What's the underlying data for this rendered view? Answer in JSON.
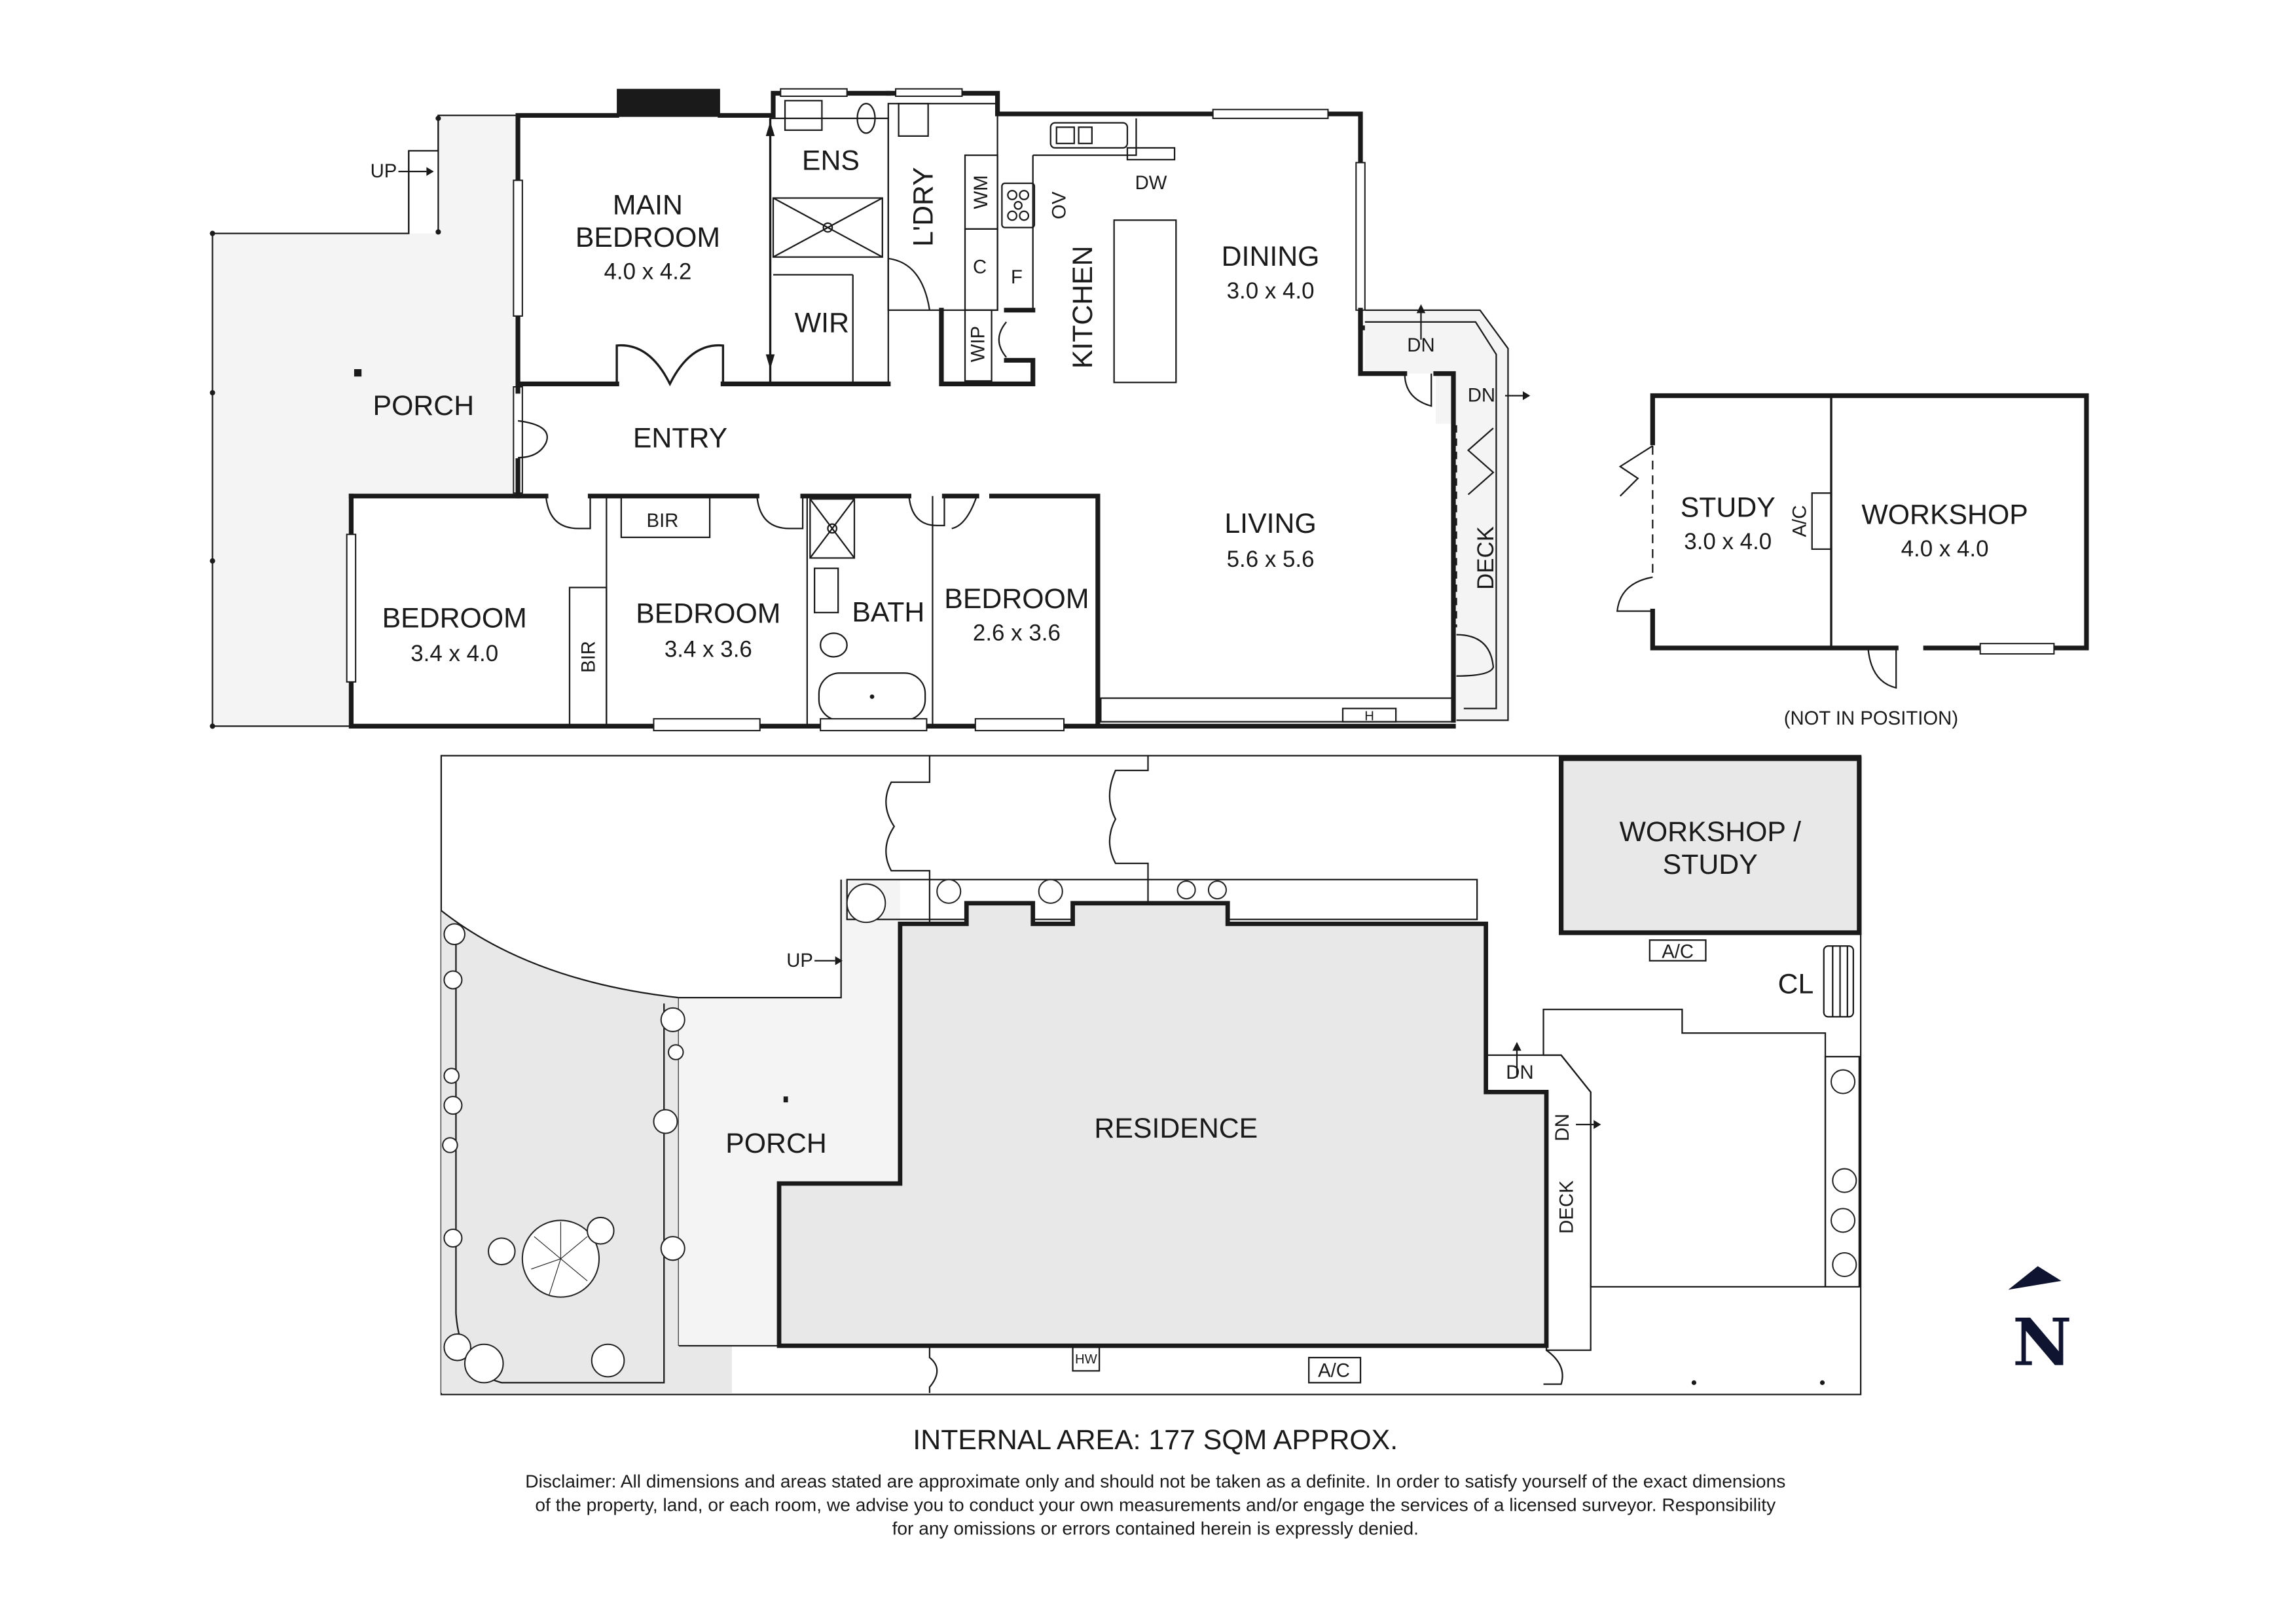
{
  "upper_plan": {
    "rooms": {
      "main_bedroom": {
        "name_line1": "MAIN",
        "name_line2": "BEDROOM",
        "size": "4.0 x 4.2"
      },
      "ensuite": {
        "name": "ENS"
      },
      "laundry": {
        "name": "L'DRY"
      },
      "wir": {
        "name": "WIR"
      },
      "wip": {
        "name": "WIP"
      },
      "wm": {
        "name": "WM"
      },
      "cupboard_c": {
        "name": "C"
      },
      "fridge_f": {
        "name": "F"
      },
      "oven_ov": {
        "name": "OV"
      },
      "dishwasher_dw": {
        "name": "DW"
      },
      "kitchen": {
        "name": "KITCHEN"
      },
      "dining": {
        "name": "DINING",
        "size": "3.0 x 4.0"
      },
      "living": {
        "name": "LIVING",
        "size": "5.6 x 5.6"
      },
      "entry": {
        "name": "ENTRY"
      },
      "porch": {
        "name": "PORCH"
      },
      "bedroom_1": {
        "name": "BEDROOM",
        "size": "3.4 x 4.0"
      },
      "bir_1": {
        "name": "BIR"
      },
      "bedroom_2": {
        "name": "BEDROOM",
        "size": "3.4 x 3.6"
      },
      "bir_2": {
        "name": "BIR"
      },
      "bath": {
        "name": "BATH"
      },
      "bedroom_3": {
        "name": "BEDROOM",
        "size": "2.6 x 3.6"
      },
      "deck": {
        "name": "DECK"
      },
      "heater": {
        "name": "H"
      }
    },
    "annotations": {
      "up": "UP",
      "dn_1": "DN",
      "dn_2": "DN"
    }
  },
  "outbuilding": {
    "study": {
      "name": "STUDY",
      "size": "3.0 x 4.0"
    },
    "ac": "A/C",
    "workshop": {
      "name": "WORKSHOP",
      "size": "4.0 x 4.0"
    },
    "note": "(NOT IN POSITION)"
  },
  "site_plan": {
    "residence": "RESIDENCE",
    "porch": "PORCH",
    "up": "UP",
    "workshop_study_line1": "WORKSHOP /",
    "workshop_study_line2": "STUDY",
    "ac_top": "A/C",
    "ac_bottom": "A/C",
    "cl": "CL",
    "hw": "HW",
    "dn_1": "DN",
    "dn_2": "DN",
    "deck": "DECK"
  },
  "north_arrow": {
    "label": "N",
    "color": "#0f1530"
  },
  "footer": {
    "internal_area": "INTERNAL AREA:  177 SQM APPROX.",
    "disclaimer_line1": "Disclaimer: All dimensions and areas stated are approximate only and should not be taken as a definite. In order to satisfy yourself of the exact dimensions",
    "disclaimer_line2": "of the property, land, or each room, we advise you to conduct your own measurements and/or engage the services of a licensed surveyor. Responsibility",
    "disclaimer_line3": "for any omissions or errors contained herein is expressly denied."
  }
}
